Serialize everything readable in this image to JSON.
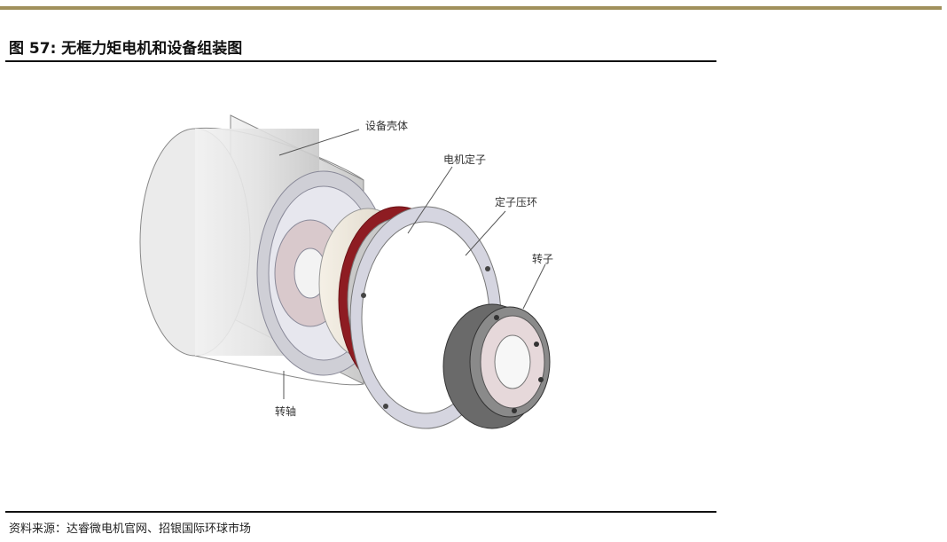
{
  "figure": {
    "title": "图 57: 无框力矩电机和设备组装图",
    "source": "资料来源：达睿微电机官网、招银国际环球市场",
    "labels": {
      "housing": "设备壳体",
      "stator": "电机定子",
      "stator_ring": "定子压环",
      "rotor": "转子",
      "shaft": "转轴"
    }
  },
  "colors": {
    "accent_bar": "#a0905c",
    "stator_winding": "#b0272d",
    "rotor_magnet": "#6a6a6a"
  }
}
